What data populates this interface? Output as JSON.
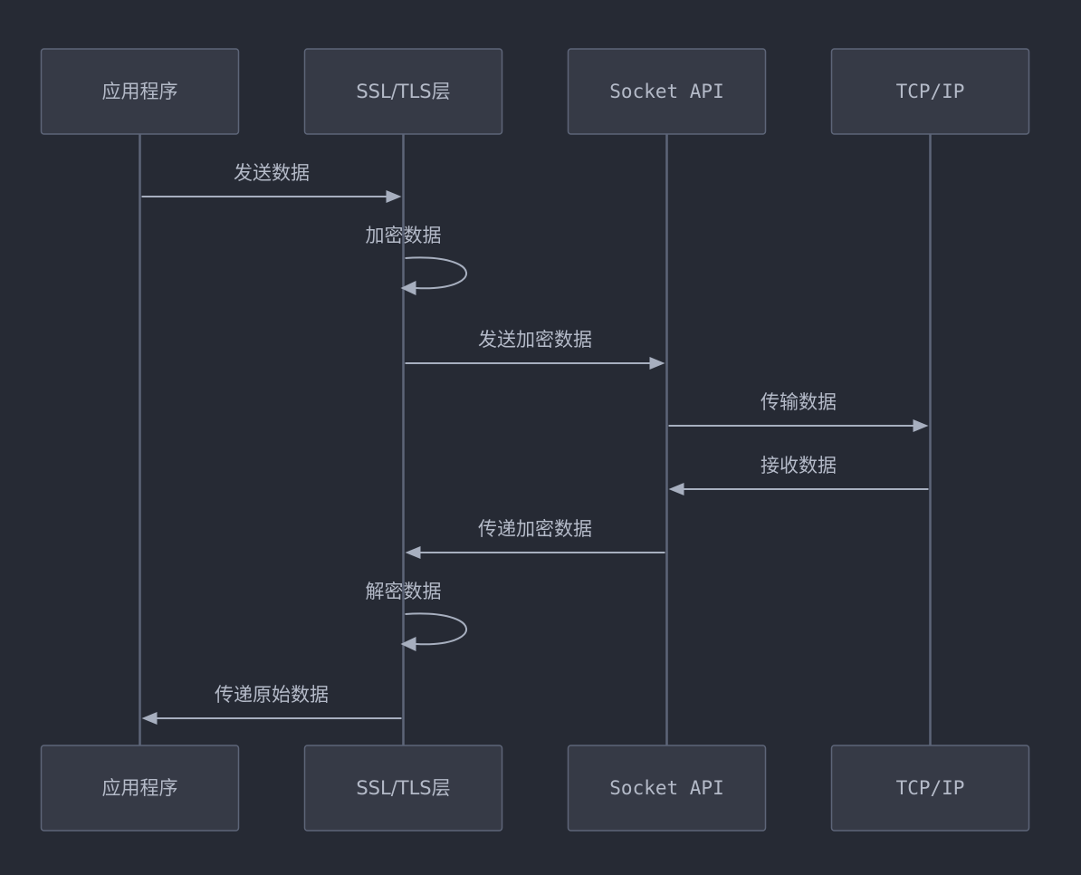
{
  "diagram": {
    "type": "sequence",
    "participants": [
      {
        "id": "app",
        "label": "应用程序",
        "mono": false
      },
      {
        "id": "ssl",
        "label": "SSL/TLS层",
        "mono": false
      },
      {
        "id": "sock",
        "label": "Socket API",
        "mono": true
      },
      {
        "id": "tcp",
        "label": "TCP/IP",
        "mono": true
      }
    ],
    "messages": [
      {
        "from": "app",
        "to": "ssl",
        "label": "发送数据"
      },
      {
        "from": "ssl",
        "to": "ssl",
        "label": "加密数据"
      },
      {
        "from": "ssl",
        "to": "sock",
        "label": "发送加密数据"
      },
      {
        "from": "sock",
        "to": "tcp",
        "label": "传输数据"
      },
      {
        "from": "tcp",
        "to": "sock",
        "label": "接收数据"
      },
      {
        "from": "sock",
        "to": "ssl",
        "label": "传递加密数据"
      },
      {
        "from": "ssl",
        "to": "ssl",
        "label": "解密数据"
      },
      {
        "from": "ssl",
        "to": "app",
        "label": "传递原始数据"
      }
    ]
  }
}
